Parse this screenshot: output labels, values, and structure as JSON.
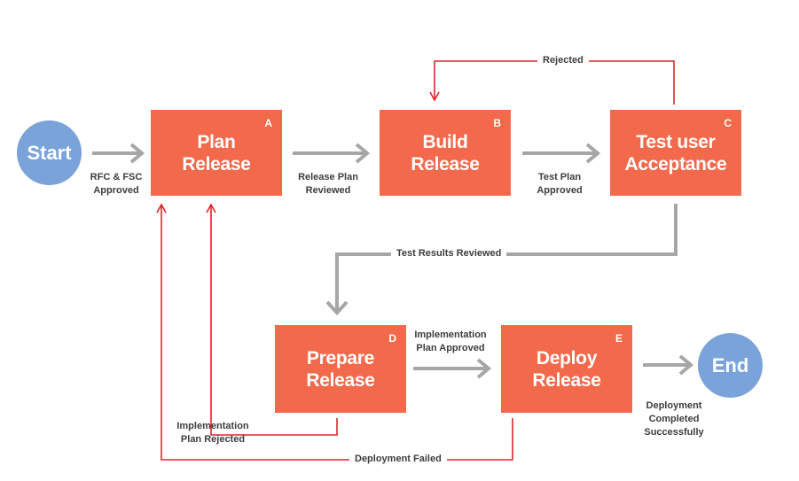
{
  "colors": {
    "box": "#f26a4b",
    "terminal": "#7aa3d9",
    "flow_arrow": "#a6a6a6",
    "reject_arrow": "#e0252a",
    "label_text": "#3d3d3d"
  },
  "start": {
    "label": "Start"
  },
  "end": {
    "label": "End"
  },
  "steps": [
    {
      "id": "A",
      "line1": "Plan",
      "line2": "Release"
    },
    {
      "id": "B",
      "line1": "Build",
      "line2": "Release"
    },
    {
      "id": "C",
      "line1": "Test user",
      "line2": "Acceptance"
    },
    {
      "id": "D",
      "line1": "Prepare",
      "line2": "Release"
    },
    {
      "id": "E",
      "line1": "Deploy",
      "line2": "Release"
    }
  ],
  "flow_labels": {
    "start_to_a": [
      "RFC & FSC",
      "Approved"
    ],
    "a_to_b": [
      "Release Plan",
      "Reviewed"
    ],
    "b_to_c": [
      "Test Plan",
      "Approved"
    ],
    "c_to_d": "Test Results Reviewed",
    "d_to_e": [
      "Implementation",
      "Plan Approved"
    ],
    "e_to_end": [
      "Deployment",
      "Completed",
      "Successfully"
    ]
  },
  "loop_labels": {
    "c_to_b": "Rejected",
    "d_to_a": [
      "Implementation",
      "Plan Rejected"
    ],
    "e_to_a": "Deployment Failed"
  }
}
